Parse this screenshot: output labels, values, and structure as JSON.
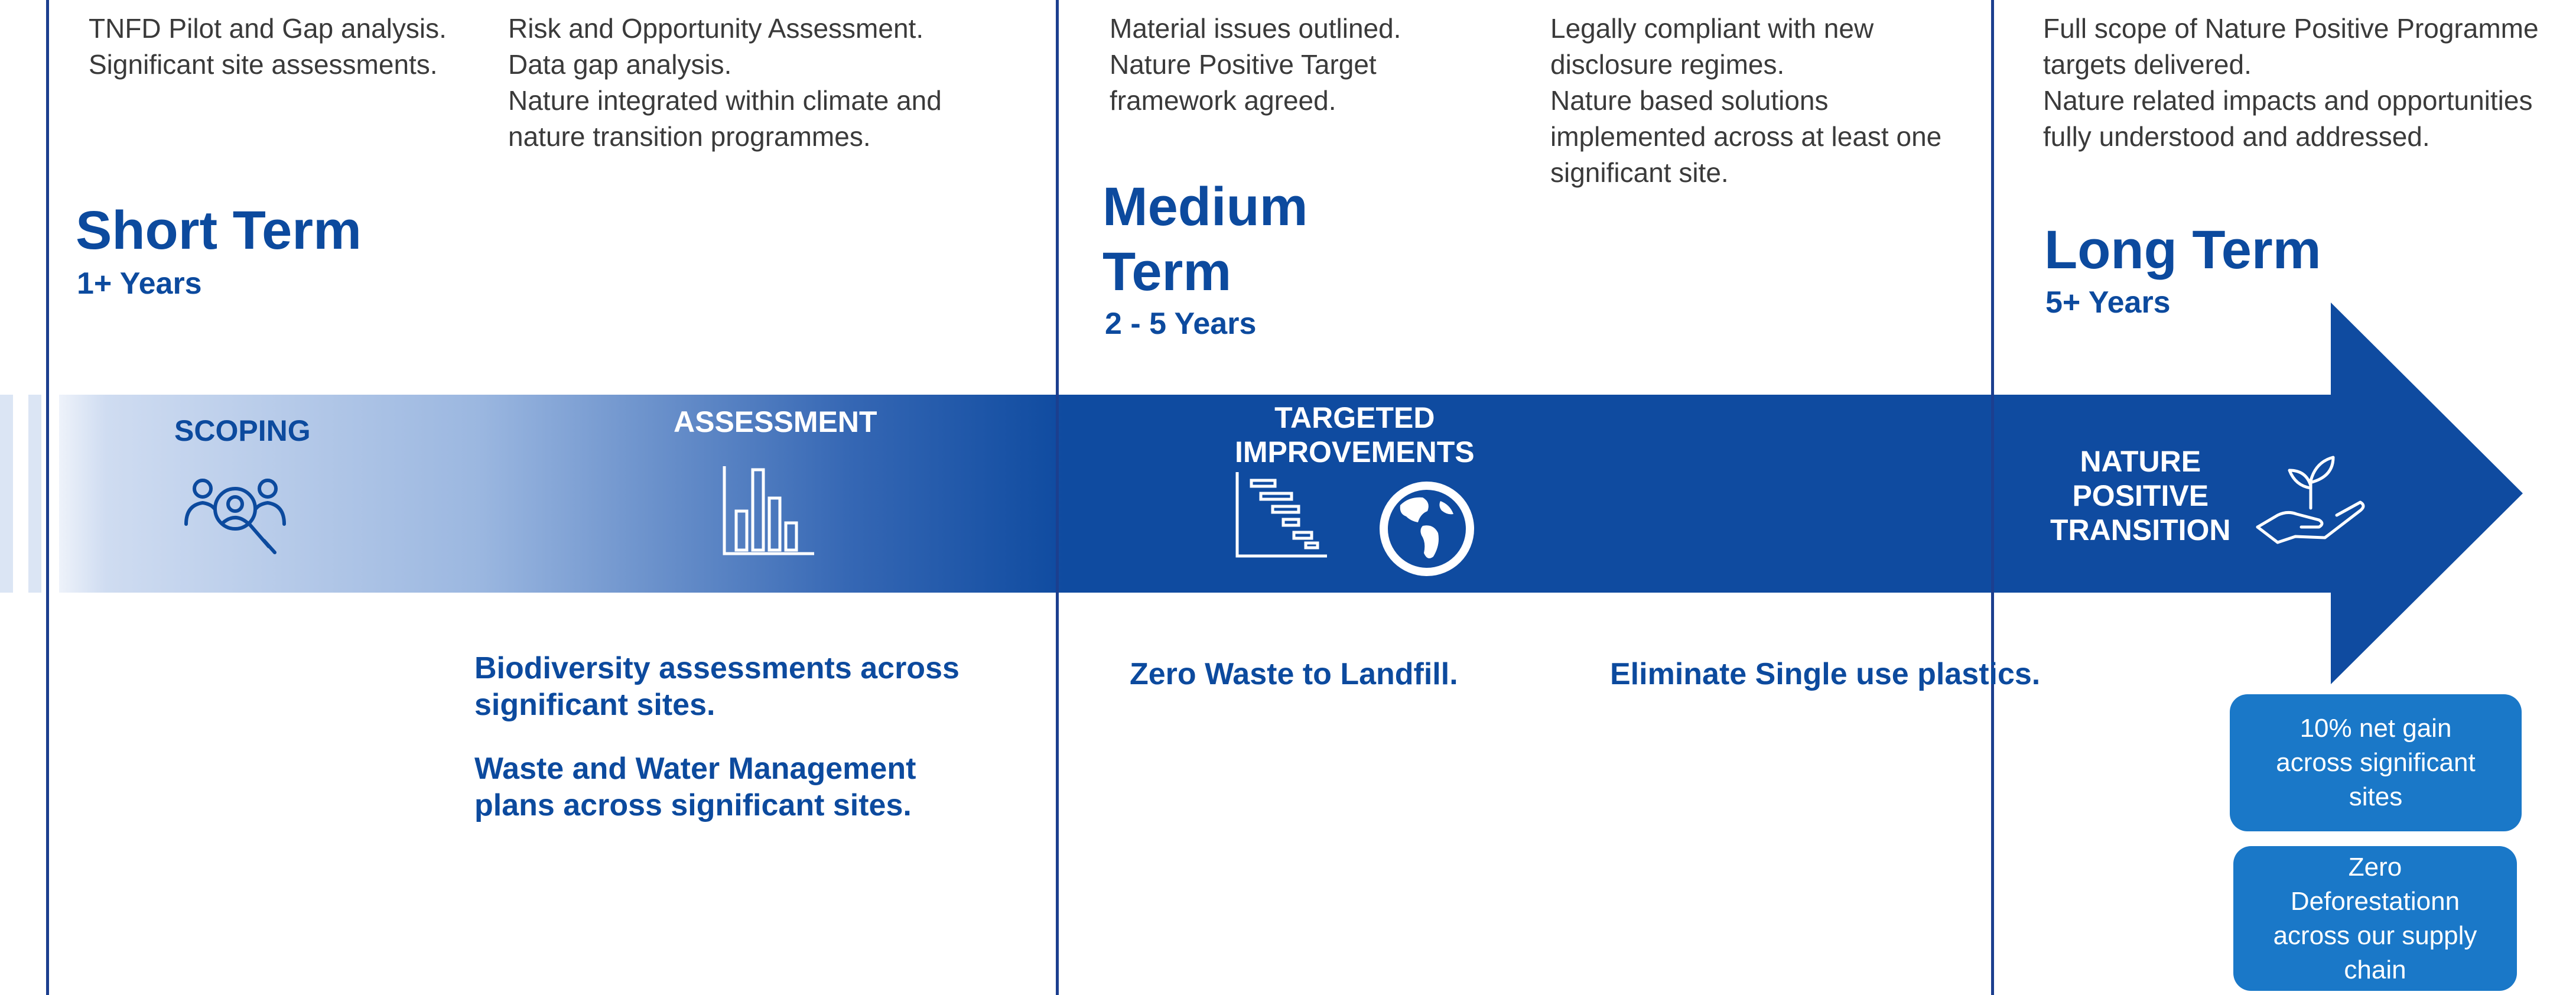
{
  "colors": {
    "dark_blue": "#0c4a9e",
    "arrow_blue": "#0f4ba0",
    "badge_blue": "#1a78c8",
    "line": "#1c3f8f",
    "text": "#3a3a3a"
  },
  "notes": {
    "col1": [
      "TNFD Pilot and Gap analysis.",
      "Significant site assessments."
    ],
    "col2": [
      "Risk and Opportunity Assessment.",
      "Data gap analysis.",
      "Nature integrated within climate and",
      "nature transition programmes."
    ],
    "col3": [
      "Material issues outlined.",
      "Nature Positive Target",
      "framework agreed."
    ],
    "col4": [
      "Legally compliant with new",
      "disclosure regimes.",
      "Nature based solutions",
      "implemented across at least one",
      "significant site."
    ],
    "col5": [
      "Full scope of Nature Positive Programme",
      "targets delivered.",
      "Nature related impacts and opportunities",
      "fully understood and addressed."
    ]
  },
  "phases": {
    "short": {
      "title": "Short Term",
      "years": "1+ Years"
    },
    "medium": {
      "title_line1": "Medium",
      "title_line2": "Term",
      "years": "2 - 5 Years"
    },
    "long": {
      "title": "Long Term",
      "years": "5+ Years"
    }
  },
  "stages": {
    "scoping": "SCOPING",
    "assessment": "ASSESSMENT",
    "targeted": [
      "TARGETED",
      "IMPROVEMENTS"
    ],
    "nature": [
      "NATURE",
      "POSITIVE",
      "TRANSITION"
    ]
  },
  "icons": {
    "scoping": "people-search-icon",
    "assessment": "bar-chart-icon",
    "targeted_chart": "gantt-chart-icon",
    "targeted_globe": "globe-icon",
    "nature": "hand-plant-icon"
  },
  "goals": {
    "biodiversity": [
      "Biodiversity assessments across",
      "significant sites."
    ],
    "waste_water": [
      "Waste and Water Management",
      "plans across significant sites."
    ],
    "zero_waste": "Zero Waste to Landfill.",
    "plastics": "Eliminate Single use plastics."
  },
  "badges": {
    "net_gain": [
      "10% net gain",
      "across significant",
      "sites"
    ],
    "deforestation": [
      "Zero",
      "Deforestationn",
      "across our supply",
      "chain"
    ]
  }
}
